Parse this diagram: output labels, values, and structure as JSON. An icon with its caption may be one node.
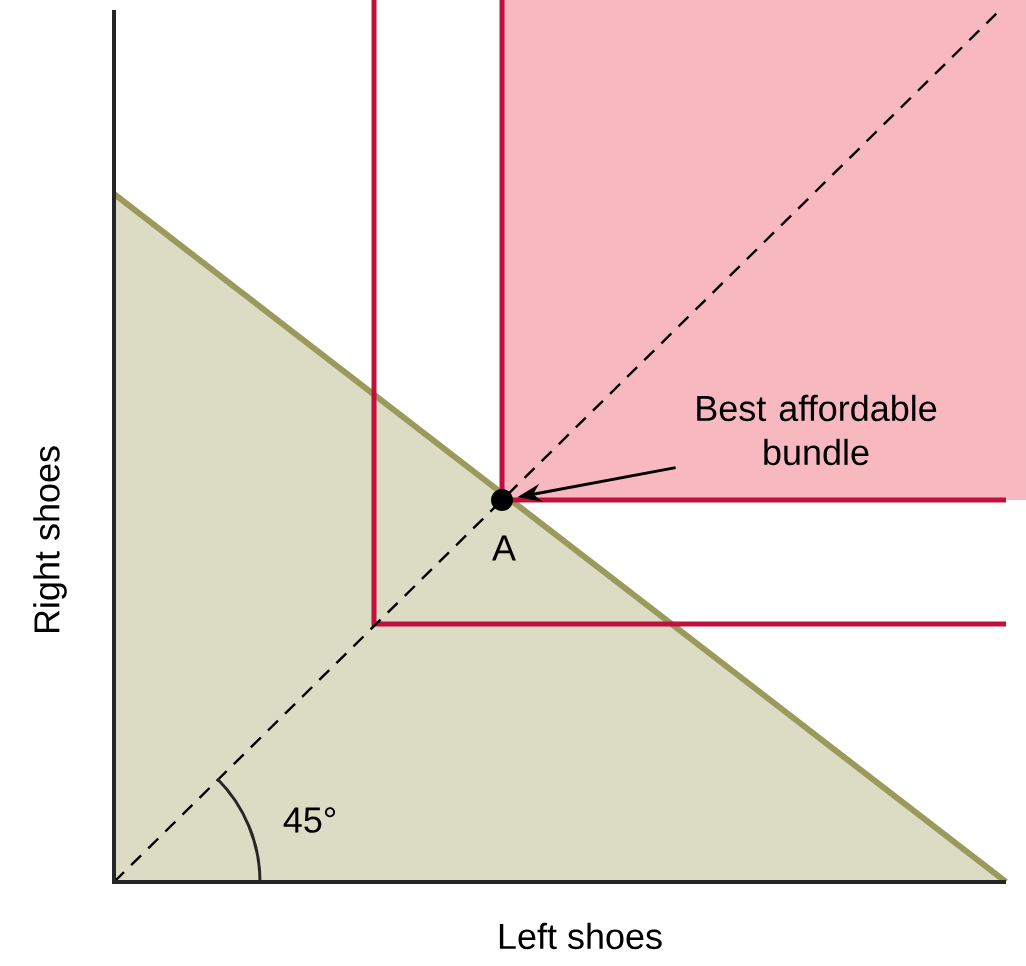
{
  "diagram": {
    "nodes": [
      {
        "text": [
          "Best affordable bundle"
        ]
      },
      {
        "text": [],
        "shape": "circle",
        "beside": [
          "A"
        ]
      }
    ],
    "edges": [
      {
        "from": 0,
        "to": 1,
        "arrow": "to"
      }
    ],
    "labels": [
      "Right shoes",
      "Left shoes",
      "45°"
    ]
  }
}
